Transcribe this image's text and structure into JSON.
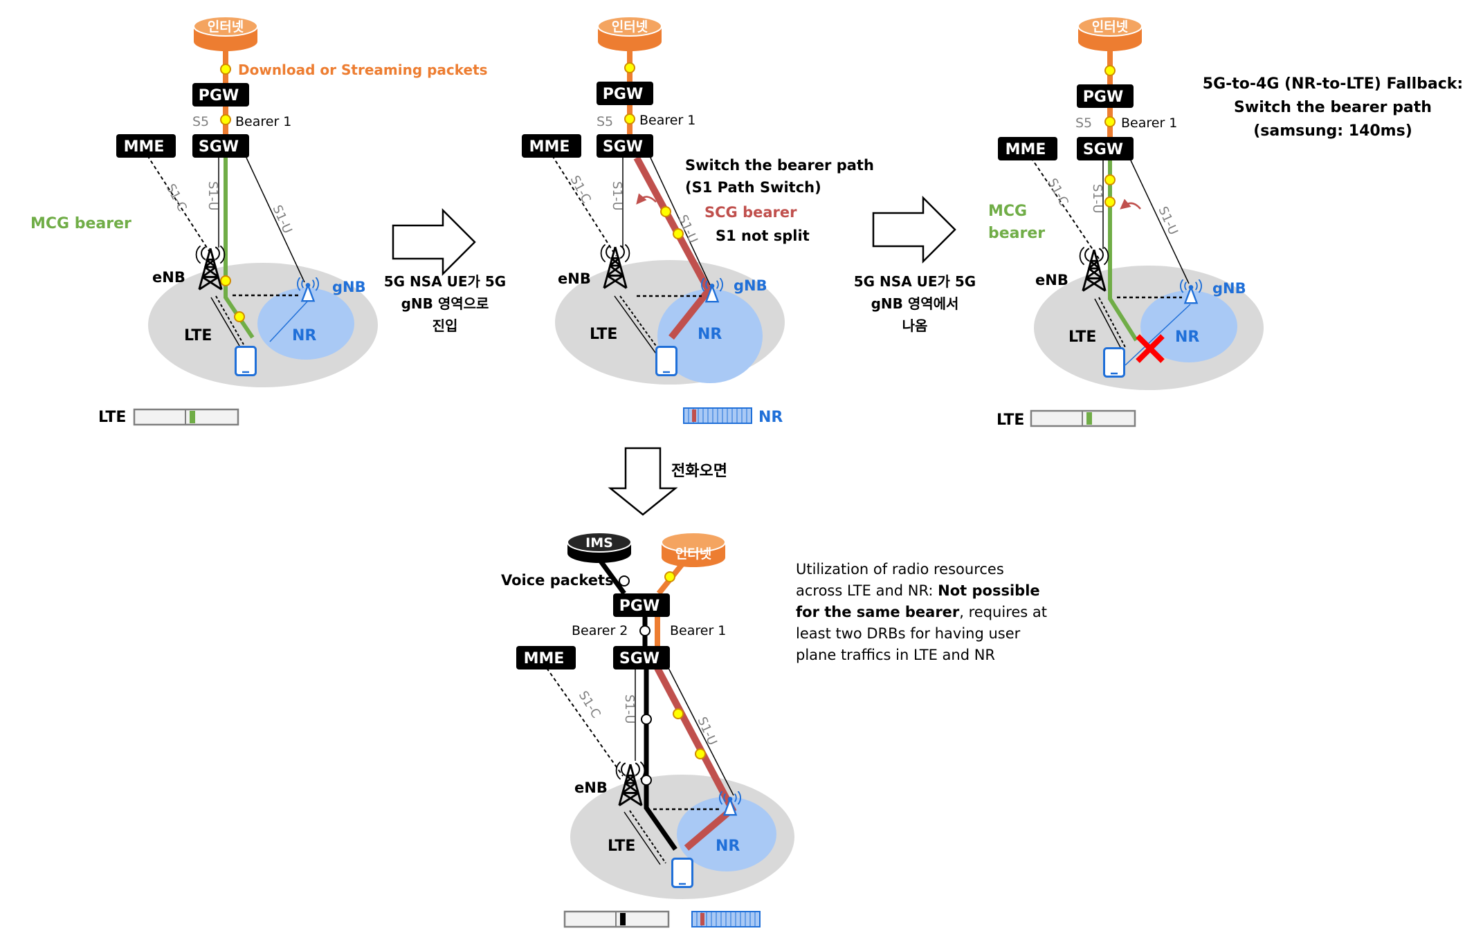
{
  "common": {
    "internet": "인터넷",
    "pgw": "PGW",
    "sgw": "SGW",
    "mme": "MME",
    "s5": "S5",
    "bearer1": "Bearer 1",
    "bearer2": "Bearer 2",
    "s1c": "S1-C",
    "s1u": "S1-U",
    "enb": "eNB",
    "gnb": "gNB",
    "lte": "LTE",
    "nr": "NR",
    "ims": "IMS"
  },
  "panel1": {
    "download_label": "Download or Streaming packets",
    "mcg_bearer": "MCG bearer",
    "lte_bar_label": "LTE"
  },
  "arrow1": {
    "lines": [
      "5G NSA UE가 5G",
      "gNB 영역으로",
      "진입"
    ]
  },
  "panel2": {
    "switch_lines": [
      "Switch the bearer path",
      "(S1 Path Switch)"
    ],
    "scg_bearer": "SCG bearer",
    "s1_not_split": "S1 not split",
    "nr_bar_label": "NR"
  },
  "arrow2": {
    "lines": [
      "5G NSA UE가 5G",
      "gNB 영역에서",
      "나옴"
    ]
  },
  "panel3": {
    "fallback_lines": [
      "5G-to-4G (NR-to-LTE) Fallback:",
      "Switch the bearer path",
      "(samsung: 140ms)"
    ],
    "mcg_bearer_lines": [
      "MCG",
      "bearer"
    ],
    "lte_bar_label": "LTE"
  },
  "arrow_down": {
    "label": "전화오면"
  },
  "panel4": {
    "voice_packets": "Voice packets",
    "note_lines": [
      [
        {
          "t": "Utilization of radio resources",
          "b": false
        }
      ],
      [
        {
          "t": "across LTE and NR: ",
          "b": false
        },
        {
          "t": "Not possible",
          "b": true
        }
      ],
      [
        {
          "t": "for the same bearer",
          "b": true
        },
        {
          "t": ", requires at",
          "b": false
        }
      ],
      [
        {
          "t": "least two DRBs for having user",
          "b": false
        }
      ],
      [
        {
          "t": "plane traffics in LTE and NR",
          "b": false
        }
      ]
    ]
  },
  "colors": {
    "orange": "#ed7d31",
    "green": "#70ad47",
    "red_bearer": "#c0504d",
    "blue": "#1f6fd8",
    "nr_fill": "#a9c9f5",
    "ellipse": "#d9d9d9",
    "yellow_dot": "#ffff00",
    "cross": "#ff0000"
  }
}
